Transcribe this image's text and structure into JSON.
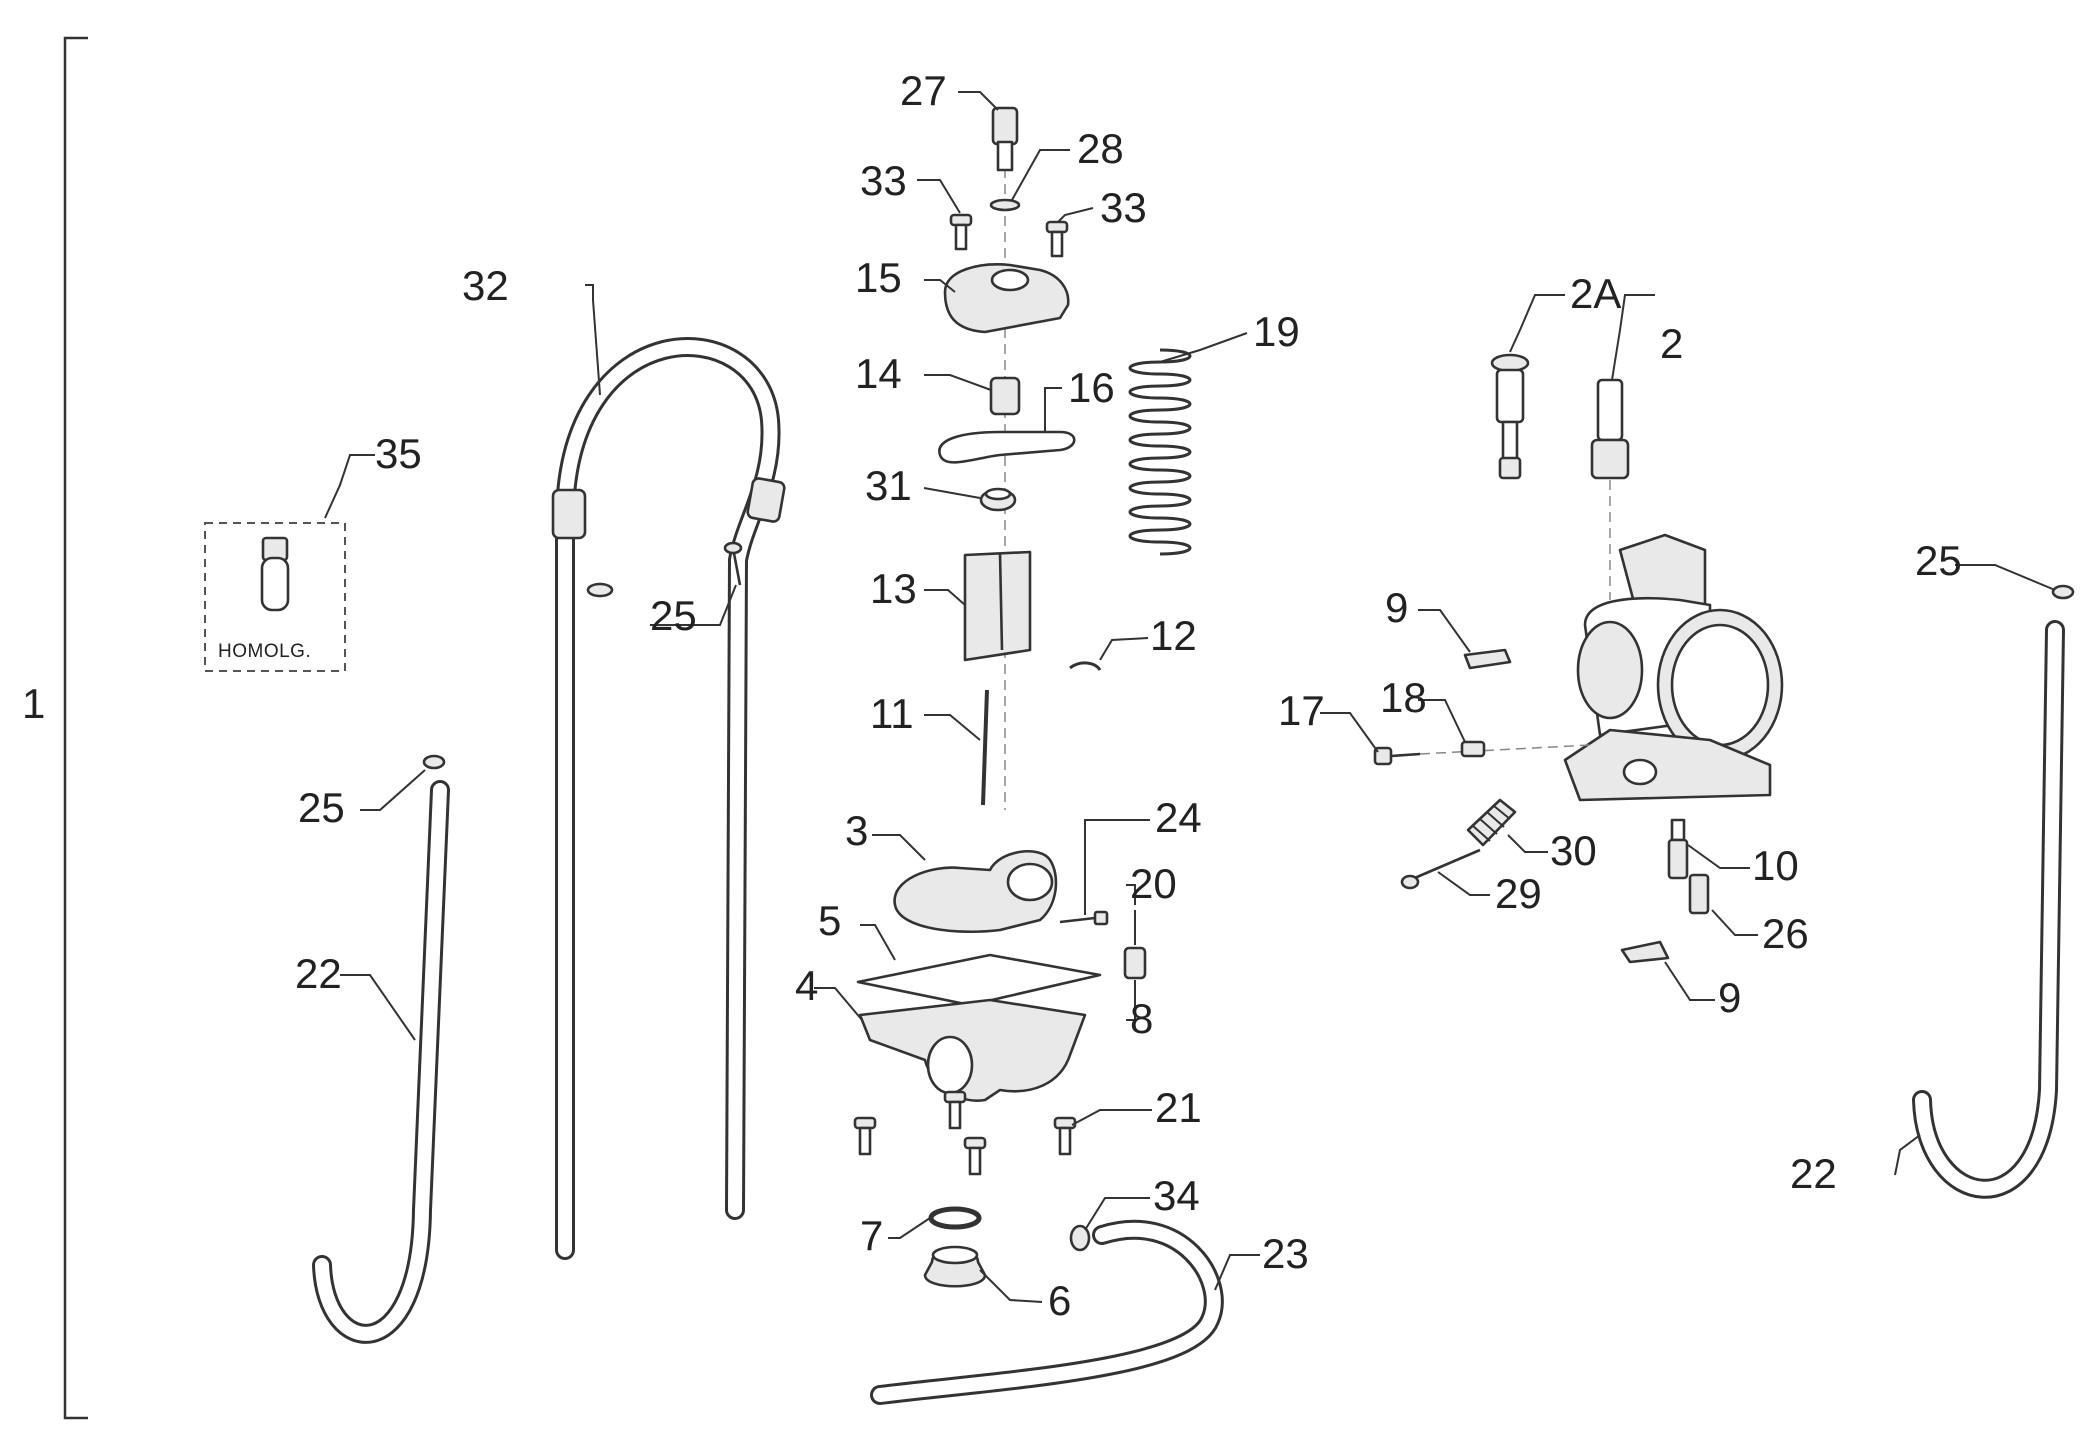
{
  "assembly_number": "1",
  "homolog_label": "HOMOLG.",
  "callouts": {
    "c1": "2",
    "c2": "2A",
    "c3": "3",
    "c4": "4",
    "c5": "5",
    "c6": "6",
    "c7": "7",
    "c8": "8",
    "c9a": "9",
    "c9b": "9",
    "c10": "10",
    "c11": "11",
    "c12": "12",
    "c13": "13",
    "c14": "14",
    "c15": "15",
    "c16": "16",
    "c17": "17",
    "c18": "18",
    "c19": "19",
    "c20": "20",
    "c21": "21",
    "c22a": "22",
    "c22b": "22",
    "c23": "23",
    "c24": "24",
    "c25a": "25",
    "c25b": "25",
    "c25c": "25",
    "c26": "26",
    "c27": "27",
    "c28": "28",
    "c29": "29",
    "c30": "30",
    "c31": "31",
    "c32": "32",
    "c33a": "33",
    "c33b": "33",
    "c34": "34",
    "c35": "35"
  }
}
